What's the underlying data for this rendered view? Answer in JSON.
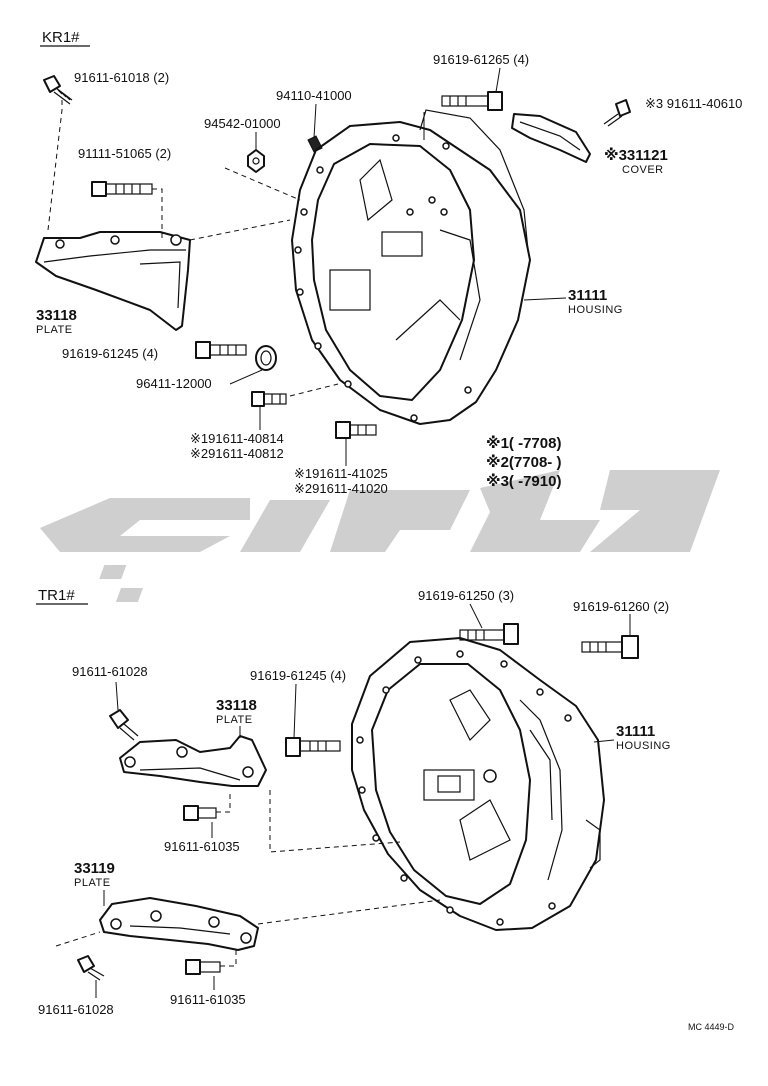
{
  "sections": {
    "kr1": "KR1#",
    "tr1": "TR1#"
  },
  "kr1_labels": {
    "bolt_top_left": "91611-61018 (2)",
    "bolt_51065": "91111-51065 (2)",
    "nut_94542": "94542-01000",
    "pin_94110": "94110-41000",
    "bolt_61265": "91619-61265 (4)",
    "bolt_40610": "※3 91611-40610",
    "cover_num": "※331121",
    "cover_name": "COVER",
    "housing_num": "31111",
    "housing_name": "HOUSING",
    "plate_num": "33118",
    "plate_name": "PLATE",
    "bolt_61245": "91619-61245 (4)",
    "seal_96411": "96411-12000",
    "bolt_40814": "※191611-40814",
    "bolt_40812": "※291611-40812",
    "bolt_41025": "※191611-41025",
    "bolt_41020": "※291611-41020"
  },
  "legend": {
    "row1": "※1(      -7708)",
    "row2": "※2(7708-        )",
    "row3": "※3(      -7910)"
  },
  "tr1_labels": {
    "bolt_61250": "91619-61250 (3)",
    "bolt_61260": "91619-61260 (2)",
    "bolt_61028_top": "91611-61028",
    "plate_num": "33118",
    "plate_name": "PLATE",
    "bolt_61245": "91619-61245 (4)",
    "housing_num": "31111",
    "housing_name": "HOUSING",
    "bolt_61035_top": "91611-61035",
    "plate2_num": "33119",
    "plate2_name": "PLATE",
    "bolt_61028_bottom": "91611-61028",
    "bolt_61035_bottom": "91611-61035"
  },
  "footer_code": "MC 4449-D",
  "colors": {
    "line": "#111111",
    "watermark": "#cfcfcf"
  }
}
